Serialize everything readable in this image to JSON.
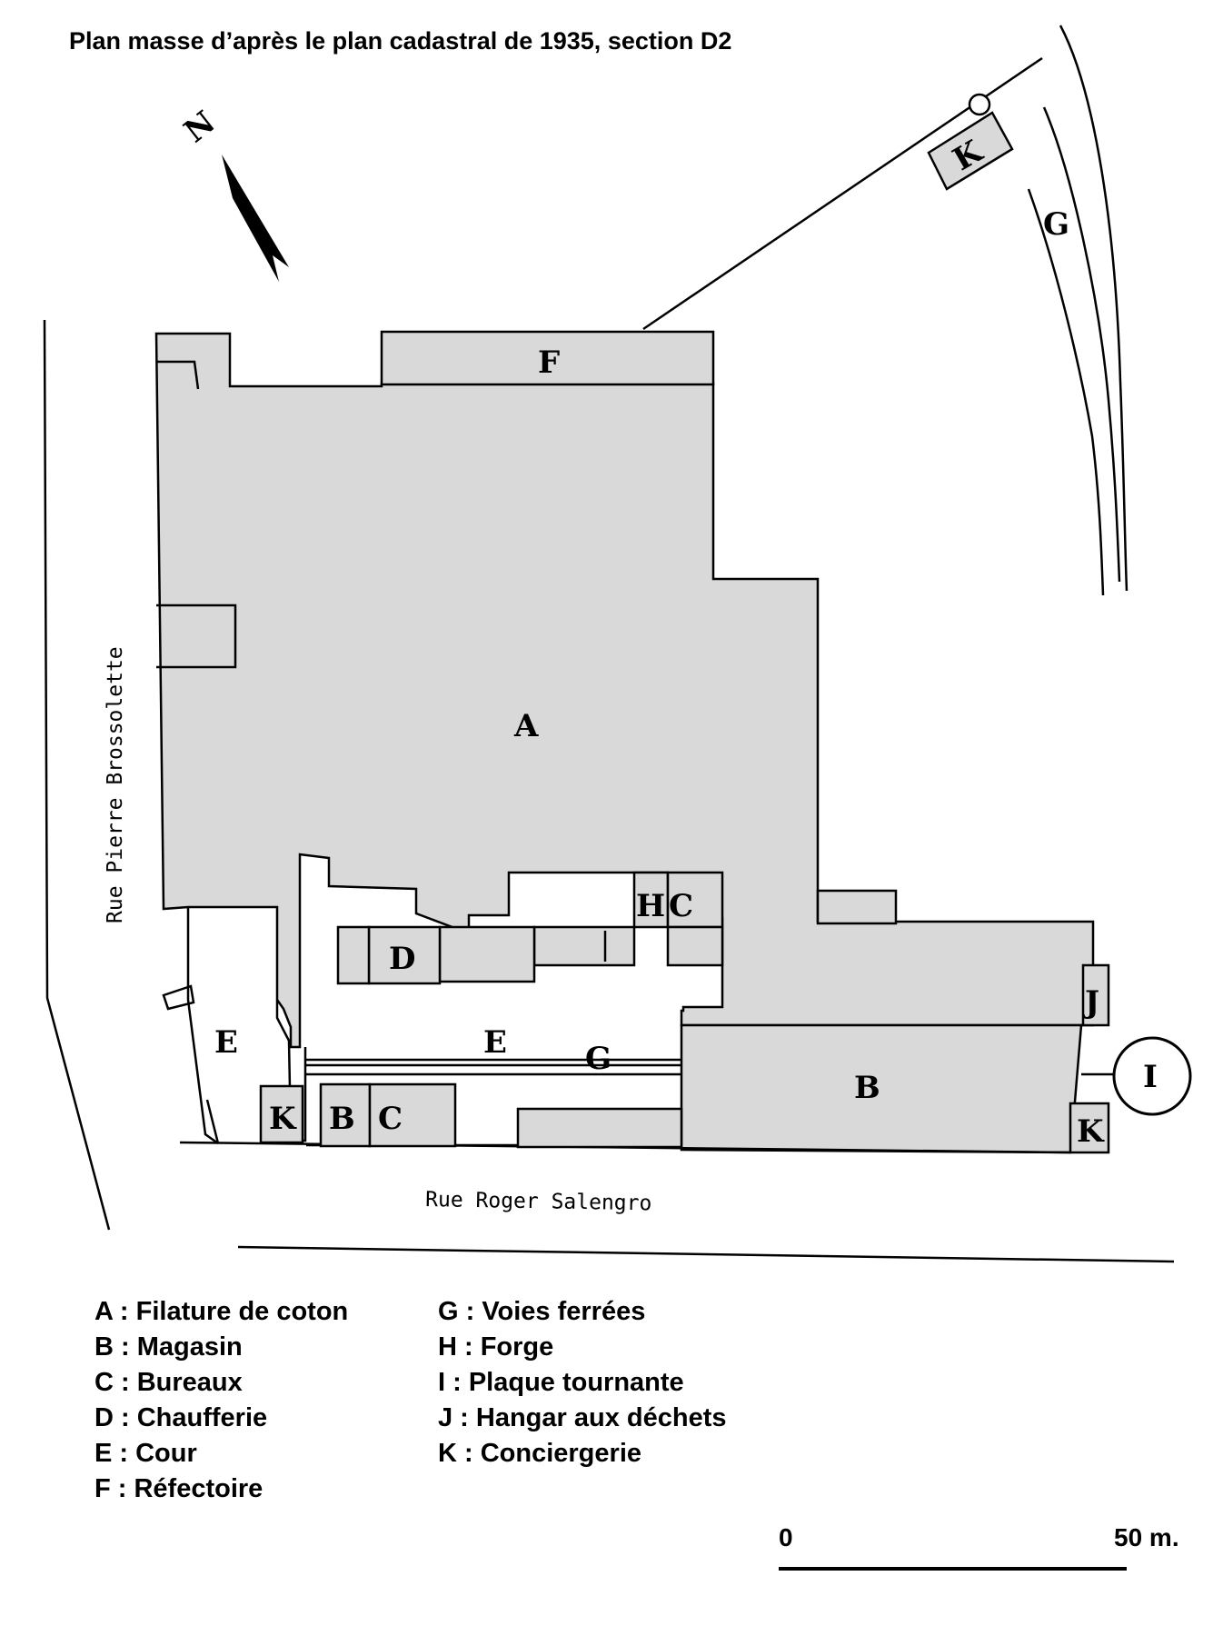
{
  "title": "Plan masse d’après le plan cadastral de 1935, section D2",
  "north_label": "N",
  "streets": {
    "west": "Rue Pierre Brossolette",
    "south": "Rue Roger Salengro"
  },
  "map_labels": {
    "A": "A",
    "B": "B",
    "B2": "B",
    "C": "C",
    "C2": "C",
    "D": "D",
    "E": "E",
    "E2": "E",
    "F": "F",
    "G": "G",
    "G2": "G",
    "H": "H",
    "I": "I",
    "J": "J",
    "K": "K",
    "K2": "K",
    "K3": "K"
  },
  "legend": {
    "left": [
      "A : Filature de coton",
      "B : Magasin",
      "C : Bureaux",
      "D : Chaufferie",
      "E : Cour",
      "F : Réfectoire"
    ],
    "right": [
      "G : Voies ferrées",
      "H : Forge",
      "I : Plaque tournante",
      "J : Hangar aux déchets",
      "K : Conciergerie"
    ]
  },
  "scale": {
    "start": "0",
    "end": "50 m."
  },
  "colors": {
    "building_fill": "#d9d9d9",
    "stroke": "#000000"
  }
}
